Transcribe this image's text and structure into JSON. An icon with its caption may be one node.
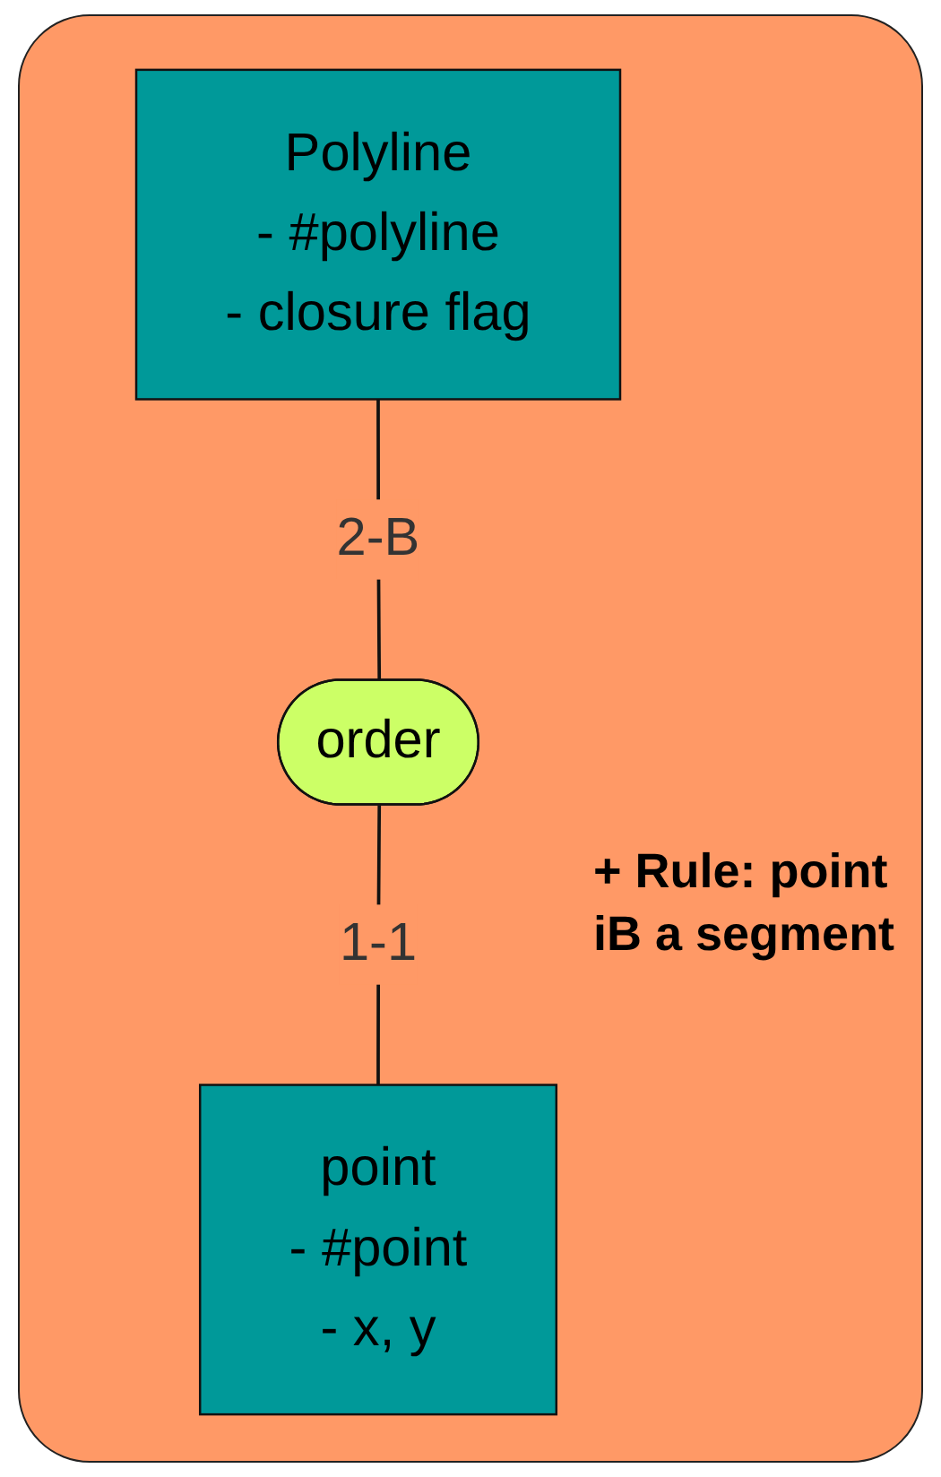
{
  "diagram": {
    "nodes": [
      {
        "text": [
          "Polyline",
          "- #polyline",
          "- closure flag"
        ]
      },
      {
        "text": [
          "order"
        ]
      },
      {
        "text": [
          "point",
          "- #point",
          "- x, y"
        ]
      }
    ],
    "edges": [
      {
        "from": 0,
        "to": 1,
        "arrow": "none",
        "label": "2-B"
      },
      {
        "from": 1,
        "to": 2,
        "arrow": "none",
        "label": "1-1"
      }
    ],
    "labels": [
      "+ Rule: point iB a segment"
    ]
  }
}
